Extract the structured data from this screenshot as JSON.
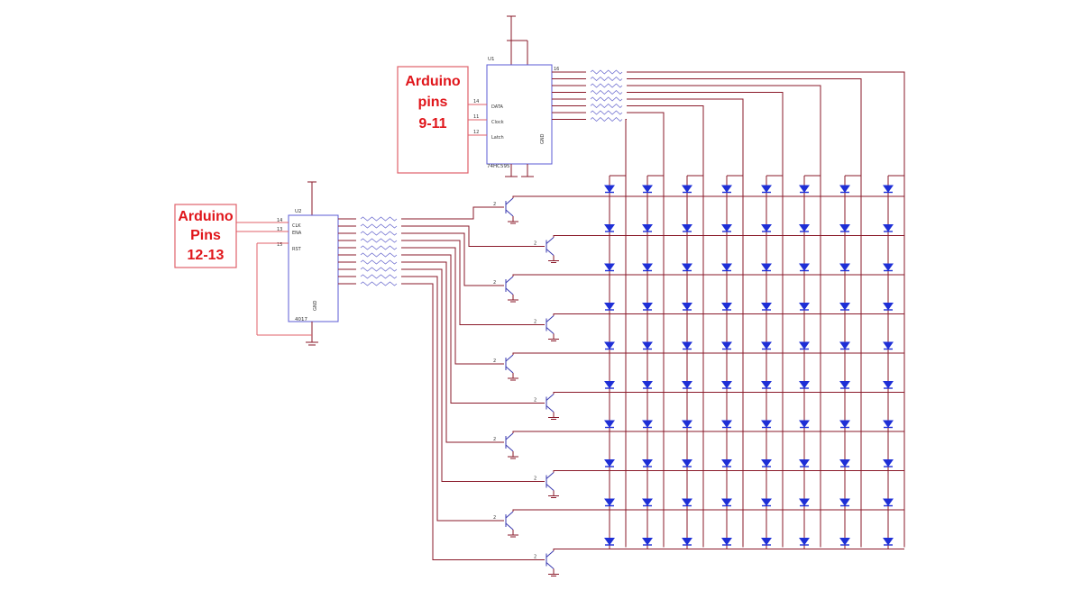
{
  "labels": {
    "arduino_top": [
      "Arduino",
      "pins",
      "9-11"
    ],
    "arduino_left": [
      "Arduino",
      "Pins",
      "12-13"
    ]
  },
  "chip_u1": {
    "ref": "U1",
    "part": "74HC595",
    "pin_names": [
      "DATA",
      "Clock",
      "Latch"
    ],
    "pin_numbers": [
      "14",
      "11",
      "12"
    ],
    "bottom": "GND",
    "top_pin": "16"
  },
  "chip_u2": {
    "ref": "U2",
    "part": "4017",
    "pin_names": [
      "CLK",
      "ENA",
      "RST"
    ],
    "pin_numbers": [
      "14",
      "13",
      "15"
    ],
    "bottom": "GND"
  },
  "matrix": {
    "rows": 10,
    "cols": 8
  },
  "transistor_base_label": "2",
  "colors": {
    "label": "#e0161b",
    "wire": "#8a1a2a",
    "led": "#1e2fd6",
    "chip": "#5b5bd6"
  }
}
